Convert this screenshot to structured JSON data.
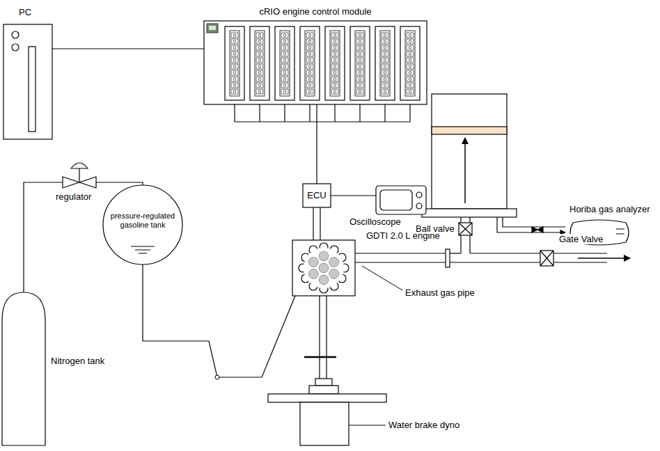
{
  "diagram": {
    "nodes": [
      {
        "text": [
          "PC"
        ]
      },
      {
        "text": [
          "cRIO engine control module"
        ]
      },
      {
        "text": [
          "regulator"
        ]
      },
      {
        "text": [
          "pressure-regulated gasoline tank"
        ]
      },
      {
        "text": [
          "Nitrogen tank"
        ]
      },
      {
        "text": [
          "ECU"
        ]
      },
      {
        "text": [
          "Oscilloscope"
        ]
      },
      {
        "text": [
          "Horiba gas analyzer"
        ]
      },
      {
        "text": [
          "GDTI 2.0 L engine"
        ]
      }
    ],
    "edges": [
      {
        "from": 0,
        "to": 1,
        "arrow": "none"
      },
      {
        "from": 1,
        "to": 5,
        "arrow": "none"
      },
      {
        "from": 5,
        "to": 6,
        "arrow": "none"
      },
      {
        "from": 5,
        "to": 8,
        "arrow": "none"
      },
      {
        "from": 4,
        "to": 2,
        "arrow": "none"
      },
      {
        "from": 2,
        "to": 3,
        "arrow": "none"
      },
      {
        "from": 3,
        "to": 8,
        "arrow": "none"
      }
    ],
    "labels": [
      "Ball valve",
      "Gate Valve",
      "Exhaust gas pipe",
      "Water brake dyno"
    ]
  }
}
